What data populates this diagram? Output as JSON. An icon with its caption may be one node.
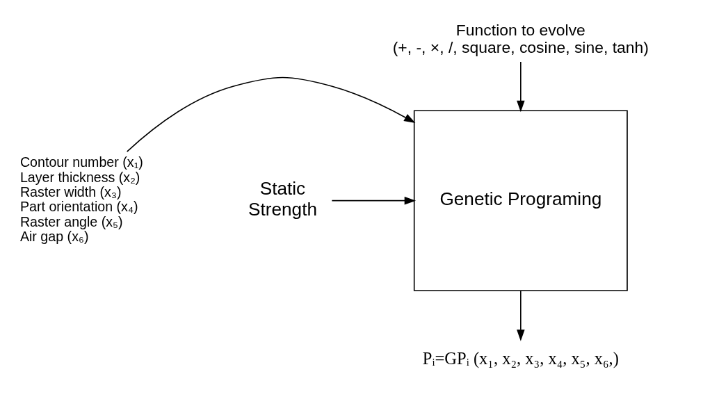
{
  "diagram": {
    "nodes": [
      {
        "text": [
          "Function to evolve (+, -, ×, /, square, cosine, sine, tanh)"
        ]
      },
      {
        "text": [
          "Contour number (x₁)",
          "Layer thickness (x₂)",
          "Raster width (x₃)",
          "Part orientation (x₄)",
          "Raster angle (x₅)",
          "Air gap (x₆)"
        ]
      },
      {
        "text": [
          "Genetic Programing"
        ]
      },
      {
        "text": [
          "Static Strength"
        ]
      },
      {
        "text": [
          "Pᵢ=GPᵢ (x₁, x₂, x₃, x₄, x₅, x₆,)"
        ]
      }
    ],
    "edges": [
      {
        "from": 0,
        "to": 2,
        "arrow": "to"
      },
      {
        "from": 1,
        "to": 2,
        "arrow": "to"
      },
      {
        "from": 3,
        "to": 2,
        "arrow": "to"
      },
      {
        "from": 2,
        "to": 4,
        "arrow": "to"
      }
    ]
  }
}
